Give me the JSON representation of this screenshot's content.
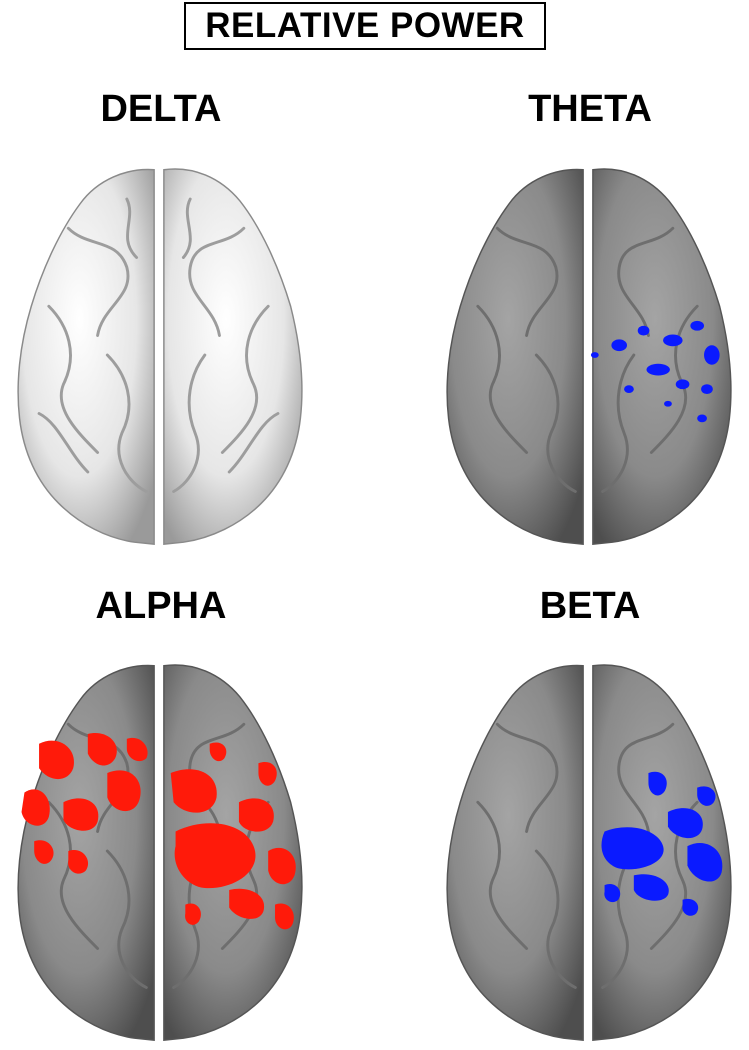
{
  "title": "RELATIVE POWER",
  "panels": [
    {
      "band": "DELTA",
      "surface": "light",
      "overlay": "none"
    },
    {
      "band": "THETA",
      "surface": "gray",
      "overlay": "blue"
    },
    {
      "band": "ALPHA",
      "surface": "gray",
      "overlay": "red"
    },
    {
      "band": "BETA",
      "surface": "gray",
      "overlay": "blue"
    }
  ],
  "colors": {
    "surface_light": "#e2e2e2",
    "surface_gray": "#8c8c8c",
    "increase": "#ff1a0a",
    "decrease": "#0a1aff"
  }
}
